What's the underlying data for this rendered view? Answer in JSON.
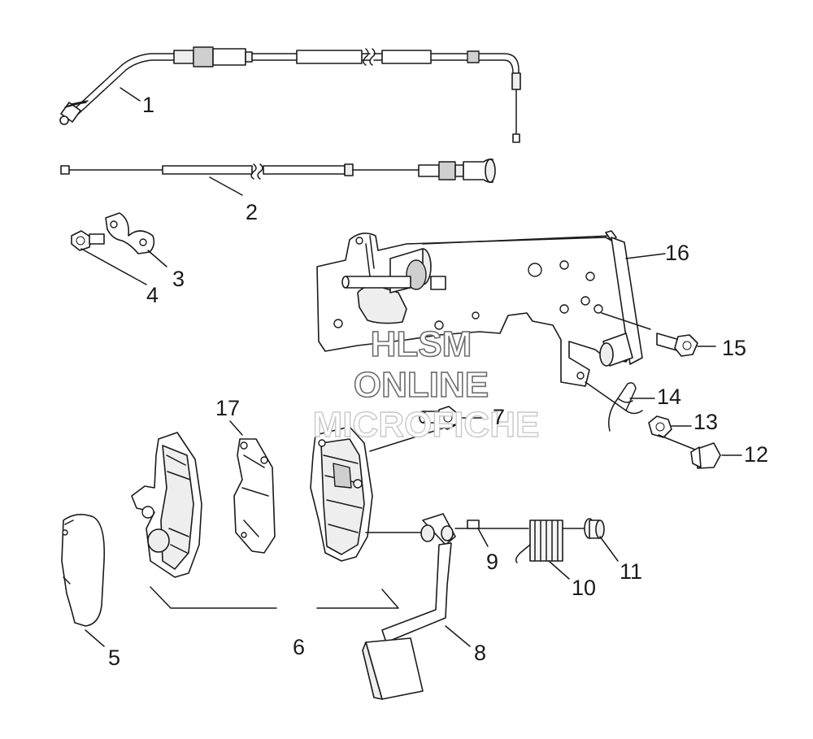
{
  "labels": [
    "1",
    "2",
    "3",
    "4",
    "5",
    "6",
    "7",
    "8",
    "9",
    "10",
    "11",
    "12",
    "13",
    "14",
    "15",
    "16",
    "17"
  ],
  "watermark": {
    "line1": "HLSM",
    "line2": "ONLINE",
    "line3": "MICROFICHE"
  }
}
